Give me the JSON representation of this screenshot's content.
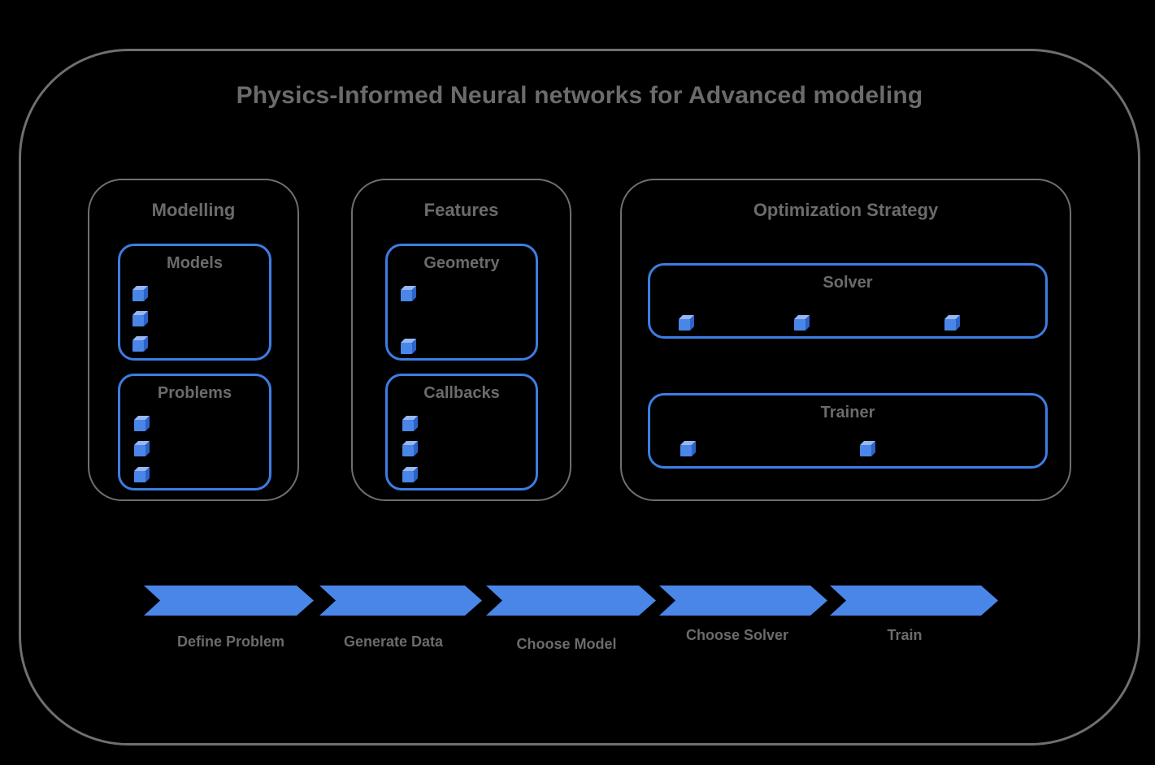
{
  "title": "Physics-Informed Neural networks for Advanced modeling",
  "colors": {
    "accent_blue": "#4a86e8",
    "border_blue": "#3d7de2",
    "cube_top_blue": "#97b7f2",
    "cube_side_blue": "#2c63c9",
    "gray": "#6b6b6b"
  },
  "sections": [
    {
      "label": "Modelling",
      "boxes": [
        {
          "label": "Models",
          "bullet_icon": "cube-icon",
          "bullet_count": 3
        },
        {
          "label": "Problems",
          "bullet_icon": "cube-icon",
          "bullet_count": 3
        }
      ]
    },
    {
      "label": "Features",
      "boxes": [
        {
          "label": "Geometry",
          "bullet_icon": "cube-icon",
          "bullet_count": 2
        },
        {
          "label": "Callbacks",
          "bullet_icon": "cube-icon",
          "bullet_count": 3
        }
      ]
    },
    {
      "label": "Optimization Strategy",
      "boxes": [
        {
          "label": "Solver",
          "bullet_icon": "cube-icon",
          "bullet_count": 3
        },
        {
          "label": "Trainer",
          "bullet_icon": "cube-icon",
          "bullet_count": 2
        }
      ]
    }
  ],
  "pipeline": {
    "steps": [
      {
        "label": "Define Problem"
      },
      {
        "label": "Generate Data"
      },
      {
        "label": "Choose Model"
      },
      {
        "label": "Choose Solver"
      },
      {
        "label": "Train"
      }
    ]
  }
}
